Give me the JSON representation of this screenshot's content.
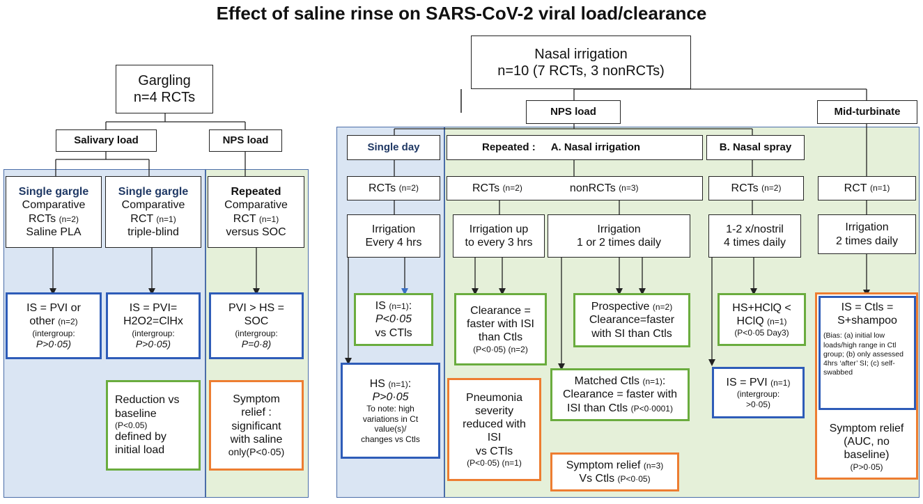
{
  "title": "Effect of saline rinse on SARS-CoV-2 viral load/clearance",
  "gargling": {
    "root": {
      "line1": "Gargling",
      "line2": "n=4 RCTs"
    },
    "salivary_load": "Salivary load",
    "nps_load": "NPS load",
    "col1": {
      "head": "Single gargle",
      "l1": "Comparative",
      "l2": "RCTs",
      "n": "(n=2)",
      "l3": "Saline PLA"
    },
    "col2": {
      "head": "Single gargle",
      "l1": "Comparative",
      "l2": "RCT",
      "n": "(n=1)",
      "l3": "triple-blind"
    },
    "col3": {
      "head": "Repeated",
      "l1": "Comparative",
      "l2": "RCT",
      "n": "(n=1)",
      "l3": "versus SOC"
    },
    "res1": {
      "l1": "IS = PVI or",
      "l2": "other",
      "n": "(n=2)",
      "l3": "(intergroup:",
      "l4": "P>0·05)"
    },
    "res2": {
      "l1": "IS = PVI=",
      "l2": "H2O2=ClHx",
      "l3": "(intergroup:",
      "l4": "P>0·05)"
    },
    "res3": {
      "l1": "PVI > HS =",
      "l2": "SOC",
      "l3": "(intergroup:",
      "l4": "P=0·8)"
    },
    "res4": {
      "l1": "Reduction vs",
      "l2": "baseline",
      "l3": "(P<0.05)",
      "l4": "defined  by",
      "l5": "initial load"
    },
    "res5": {
      "l1": "Symptom",
      "l2": "relief :",
      "l3": "significant",
      "l4": "with saline",
      "l5": "only(P<0·05)"
    }
  },
  "nasal": {
    "root": {
      "line1": "Nasal irrigation",
      "line2": "n=10 (7 RCTs, 3 nonRCTs)"
    },
    "nps_load": "NPS load",
    "mid_turbinate": "Mid-turbinate",
    "single_day": "Single day",
    "repeated": {
      "label": "Repeated :",
      "a": "A.  Nasal irrigation"
    },
    "nasal_spray": "B. Nasal spray",
    "sd_rcts": {
      "label": "RCTs",
      "n": "(n=2)"
    },
    "rep_rcts": {
      "label": "RCTs",
      "n": "(n=2)"
    },
    "rep_nonrcts": {
      "label": "nonRCTs",
      "n": "(n=3)"
    },
    "spray_rcts": {
      "label": "RCTs",
      "n": "(n=2)"
    },
    "mt_rct": {
      "label": "RCT",
      "n": "(n=1)"
    },
    "sd_irr": {
      "l1": "Irrigation",
      "l2": "Every 4 hrs"
    },
    "rep_irr1": {
      "l1": "Irrigation up",
      "l2": "to every 3 hrs"
    },
    "rep_irr2": {
      "l1": "Irrigation",
      "l2": "1 or 2 times daily"
    },
    "spray_freq": {
      "l1": "1-2 x/nostril",
      "l2": "4 times daily"
    },
    "mt_irr": {
      "l1": "Irrigation",
      "l2": "2 times daily"
    },
    "sd_is": {
      "l1": "IS",
      "n": "(n=1)",
      "l1b": ":",
      "l2": "P<0·05",
      "l3": "vs CTls"
    },
    "sd_hs": {
      "l1": "HS",
      "n": "(n=1)",
      "l1b": ":",
      "l2": "P>0·05",
      "l3": "To note: high",
      "l4": "variations in  Ct",
      "l5": "value(s)/",
      "l6": "changes vs Ctls"
    },
    "clear1": {
      "l1": "Clearance =",
      "l2": "faster with ISI",
      "l3": "than Ctls",
      "l4": "(P<0·05)",
      "n": "(n=2)"
    },
    "pneumonia": {
      "l1": "Pneumonia",
      "l2": "severity",
      "l3": "reduced with",
      "l4": "ISI",
      "l5": "vs CTls",
      "l6": "(P<0·05)",
      "n": "(n=1)"
    },
    "prospective": {
      "l1": "Prospective",
      "n": "(n=2)",
      "l2": "Clearance=faster",
      "l3": "with SI than Ctls"
    },
    "matched": {
      "l1": "Matched Ctls",
      "n": "(n=1)",
      "l1b": ":",
      "l2": "Clearance = faster with",
      "l3": "ISI than Ctls",
      "l3b": "(P<0·0001)"
    },
    "symptom3": {
      "l1": "Symptom relief",
      "n": "(n=3)",
      "l2": "Vs Ctls",
      "l2b": "(P<0·05)"
    },
    "hcl": {
      "l1": "HS+HClQ <",
      "l2": "HClQ",
      "n": "(n=1)",
      "l3": "(P<0·05 Day3)"
    },
    "spray_pvi": {
      "l1": "IS = PVI",
      "n": "(n=1)",
      "l2": "(intergroup:",
      "l3": ">0·05)"
    },
    "mt_is": {
      "l1": "IS = Ctls =",
      "l2": "S+shampoo",
      "bias": "(Bias: (a) initial low loads/high range in Ctl group; (b) only assessed 4hrs ‘after’ SI; (c) self-swabbed"
    },
    "mt_symptom": {
      "l1": "Symptom relief",
      "l2": "(AUC, no",
      "l3": "baseline)",
      "l4": "(P>0·05)"
    }
  },
  "colors": {
    "blue_region": "#dae5f3",
    "green_region": "#e5f0d9",
    "blue_border": "#2e5cb8",
    "green_border": "#6aac3e",
    "orange_border": "#ed7d31"
  }
}
